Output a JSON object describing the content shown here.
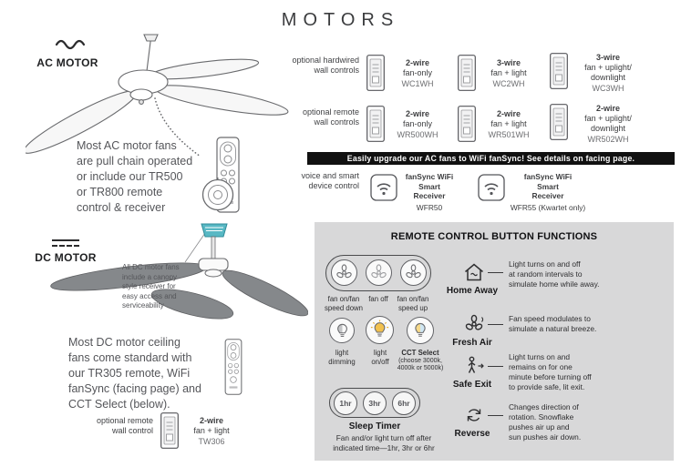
{
  "title": "MOTORS",
  "ac": {
    "label": "AC MOTOR",
    "body": "Most AC motor fans\nare pull chain operated\nor include our TR500\nor TR800 remote\ncontrol & receiver"
  },
  "wall_controls": {
    "hardwired_label": "optional hardwired\nwall controls",
    "remote_label": "optional remote\nwall controls",
    "hardwired": [
      {
        "wire": "2-wire",
        "desc": "fan-only",
        "model": "WC1WH"
      },
      {
        "wire": "3-wire",
        "desc": "fan + light",
        "model": "WC2WH"
      },
      {
        "wire": "3-wire",
        "desc": "fan + uplight/\ndownlight",
        "model": "WC3WH"
      }
    ],
    "remote": [
      {
        "wire": "2-wire",
        "desc": "fan-only",
        "model": "WR500WH"
      },
      {
        "wire": "2-wire",
        "desc": "fan + light",
        "model": "WR501WH"
      },
      {
        "wire": "2-wire",
        "desc": "fan + uplight/\ndownlight",
        "model": "WR502WH"
      }
    ]
  },
  "banner": "Easily upgrade our AC fans to WiFi fanSync! See details on facing page.",
  "voice": {
    "label": "voice and smart\ndevice control",
    "receivers": [
      {
        "name": "fanSync WiFi\nSmart\nReceiver",
        "model": "WFR50"
      },
      {
        "name": "fanSync WiFi\nSmart\nReceiver",
        "model": "WFR55 (Kwartet only)"
      }
    ]
  },
  "dc": {
    "label": "DC MOTOR",
    "callout": "All DC motor fans\ninclude a canopy\nstyle receiver for\neasy access and\nserviceability",
    "body": "Most DC motor ceiling\nfans come standard with\nour TR305 remote, WiFi\nfanSync (facing page) and\nCCT Select (below).",
    "wall_label": "optional remote\nwall control",
    "wall_control": {
      "wire": "2-wire",
      "desc": "fan + light",
      "model": "TW306"
    }
  },
  "remote_panel": {
    "title": "REMOTE CONTROL BUTTON FUNCTIONS",
    "fan_labels": [
      "fan on/fan\nspeed down",
      "fan off",
      "fan on/fan\nspeed up"
    ],
    "light_labels": [
      "light\ndimming",
      "light\non/off"
    ],
    "cct_name": "CCT Select",
    "cct_sub": "(choose 3000k,\n4000k or 5000k)",
    "timer_buttons": [
      "1hr",
      "3hr",
      "6hr"
    ],
    "timer_title": "Sleep Timer",
    "timer_desc": "Fan and/or light turn off after\nindicated time—1hr, 3hr or 6hr",
    "functions": [
      {
        "name": "Home Away",
        "desc": "Light turns on and off\nat random intervals to\nsimulate home while away."
      },
      {
        "name": "Fresh Air",
        "desc": "Fan speed modulates to\nsimulate a natural breeze."
      },
      {
        "name": "Safe Exit",
        "desc": "Light turns on and\nremains on for one\nminute before turning off\nto provide safe, lit exit."
      },
      {
        "name": "Reverse",
        "desc": "Changes direction of\nrotation. Snowflake\npushes air up and\nsun pushes air down."
      }
    ]
  },
  "colors": {
    "accent_teal": "#58b8c4",
    "bulb_yellow": "#f2c14e",
    "banner_bg": "#111111",
    "panel_bg": "#d8d8d9"
  }
}
